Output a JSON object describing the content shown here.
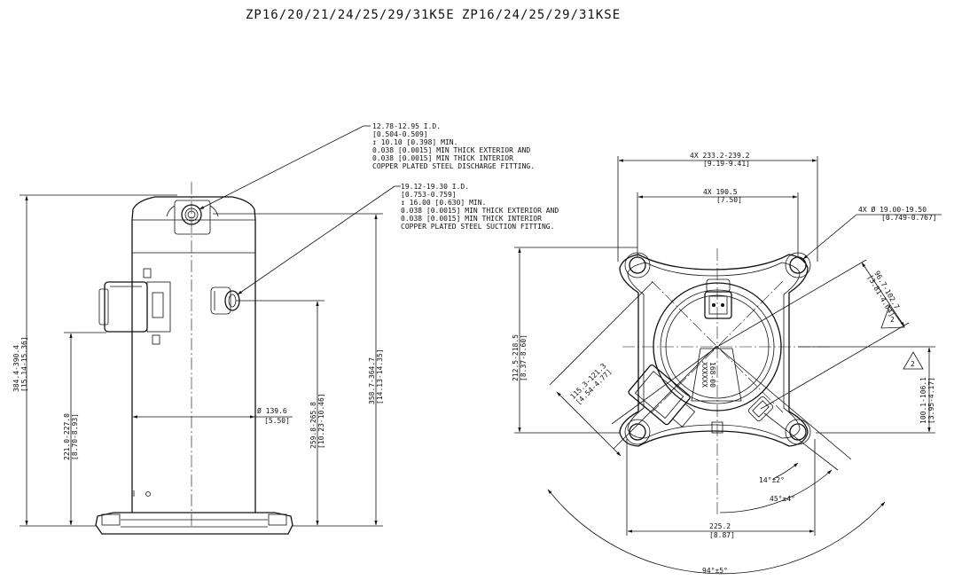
{
  "title": {
    "left": "ZP16/20/21/24/25/29/31K5E",
    "right": "ZP16/24/25/29/31KSE"
  },
  "side_view": {
    "discharge_note": [
      "12.78-12.95   I.D.",
      "[0.504-0.509]",
      "↧ 10.10 [0.398] MIN.",
      "0.038 [0.0015] MIN THICK EXTERIOR AND",
      "0.038 [0.0015] MIN THICK INTERIOR",
      "COPPER PLATED STEEL DISCHARGE FITTING."
    ],
    "suction_note": [
      "19.12-19.30   I.D.",
      "[0.753-0.759]",
      "↧ 16.00 [0.630] MIN.",
      "0.038 [0.0015] MIN THICK EXTERIOR AND",
      "0.038 [0.0015] MIN THICK INTERIOR",
      "COPPER PLATED STEEL SUCTION FITTING."
    ],
    "overall_height": {
      "mm": "384.4-390.4",
      "inch": "[15.14-15.36]"
    },
    "terminal_height": {
      "mm": "221.0-227.0",
      "inch": "[8.70-8.93]"
    },
    "suction_height": {
      "mm": "259.8-265.8",
      "inch": "[10.23-10.46]"
    },
    "discharge_height": {
      "mm": "358.7-364.7",
      "inch": "[14.13-14.35]"
    },
    "diameter": {
      "mm": "Ø 139.6",
      "inch": "[5.50]"
    }
  },
  "top_view": {
    "outer_span": {
      "mm": "4X 233.2-239.2",
      "inch": "[9.19-9.41]"
    },
    "bolt_span": {
      "mm": "4X 190.5",
      "inch": "[7.50]"
    },
    "hole_dia": {
      "mm": "4X Ø 19.00-19.50",
      "inch": "[0.749-0.767]"
    },
    "vertical_span": {
      "mm": "212.5-218.5",
      "inch": "[8.37-8.60]"
    },
    "diag_left": {
      "mm": "115.3-121.3",
      "inch": "[4.54-4.77]"
    },
    "diag_right": {
      "mm": "96.7-102.7",
      "inch": "[3.81-4.04]"
    },
    "right_offset": {
      "mm": "100.1-106.1",
      "inch": "[3.95-4.17]"
    },
    "angle_small": "14°±2°",
    "angle_mid": "45°±4°",
    "angle_large": "94°±5°",
    "bottom_width": {
      "mm": "225.2",
      "inch": "[8.87]"
    },
    "callout": "2",
    "nameplate": [
      "168-00",
      "XXXXXX"
    ]
  }
}
